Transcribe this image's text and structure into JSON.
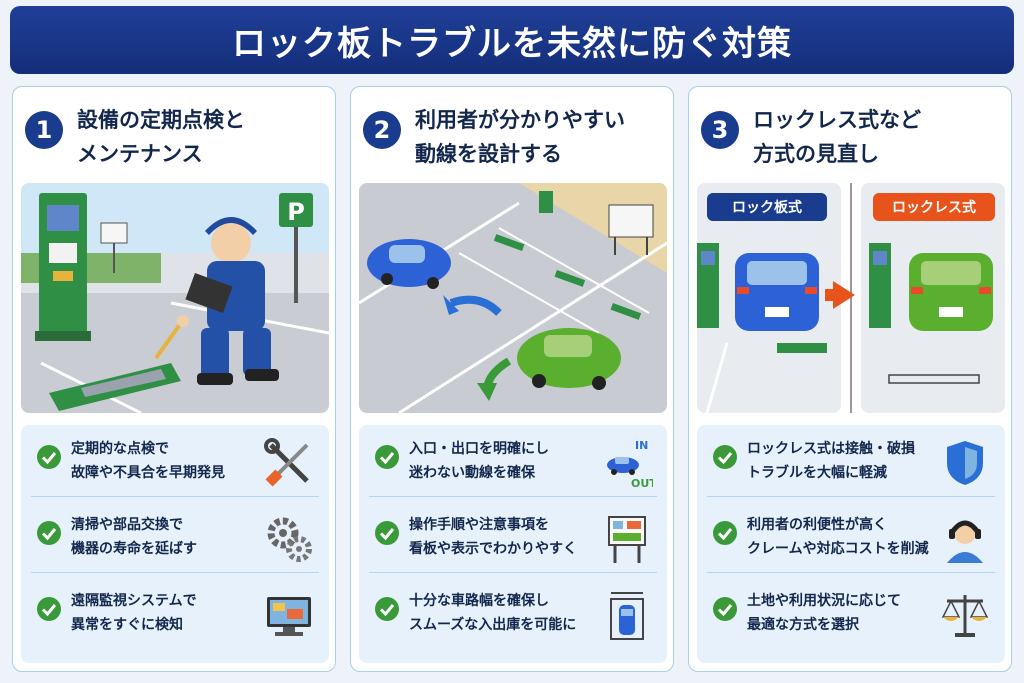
{
  "title": "ロック板トラブルを未然に防ぐ対策",
  "colors": {
    "navy": "#1a3c8f",
    "green": "#3a9a3a",
    "orange": "#e8531c",
    "light_blue": "#e7f1fb"
  },
  "panels": [
    {
      "number": "1",
      "title": "設備の定期点検と\nメンテナンス",
      "illustration_sign": "P",
      "tips": [
        {
          "text": "定期的な点検で\n故障や不具合を早期発見",
          "icon": "tools-icon"
        },
        {
          "text": "清掃や部品交換で\n機器の寿命を延ばす",
          "icon": "gears-icon"
        },
        {
          "text": "遠隔監視システムで\n異常をすぐに検知",
          "icon": "monitor-icon"
        }
      ]
    },
    {
      "number": "2",
      "title": "利用者が分かりやすい\n動線を設計する",
      "tips": [
        {
          "text": "入口・出口を明確にし\n迷わない動線を確保",
          "icon": "in-out-icon",
          "icon_labels": [
            "IN",
            "OUT"
          ]
        },
        {
          "text": "操作手順や注意事項を\n看板や表示でわかりやすく",
          "icon": "signboard-icon"
        },
        {
          "text": "十分な車路幅を確保し\nスムーズな入出庫を可能に",
          "icon": "car-width-icon"
        }
      ]
    },
    {
      "number": "3",
      "title": "ロックレス式など\n方式の見直し",
      "compare_labels": [
        "ロック板式",
        "ロックレス式"
      ],
      "tips": [
        {
          "text": "ロックレス式は接触・破損\nトラブルを大幅に軽減",
          "icon": "shield-icon"
        },
        {
          "text": "利用者の利便性が高く\nクレームや対応コストを削減",
          "icon": "operator-icon"
        },
        {
          "text": "土地や利用状況に応じて\n最適な方式を選択",
          "icon": "scale-icon"
        }
      ]
    }
  ]
}
